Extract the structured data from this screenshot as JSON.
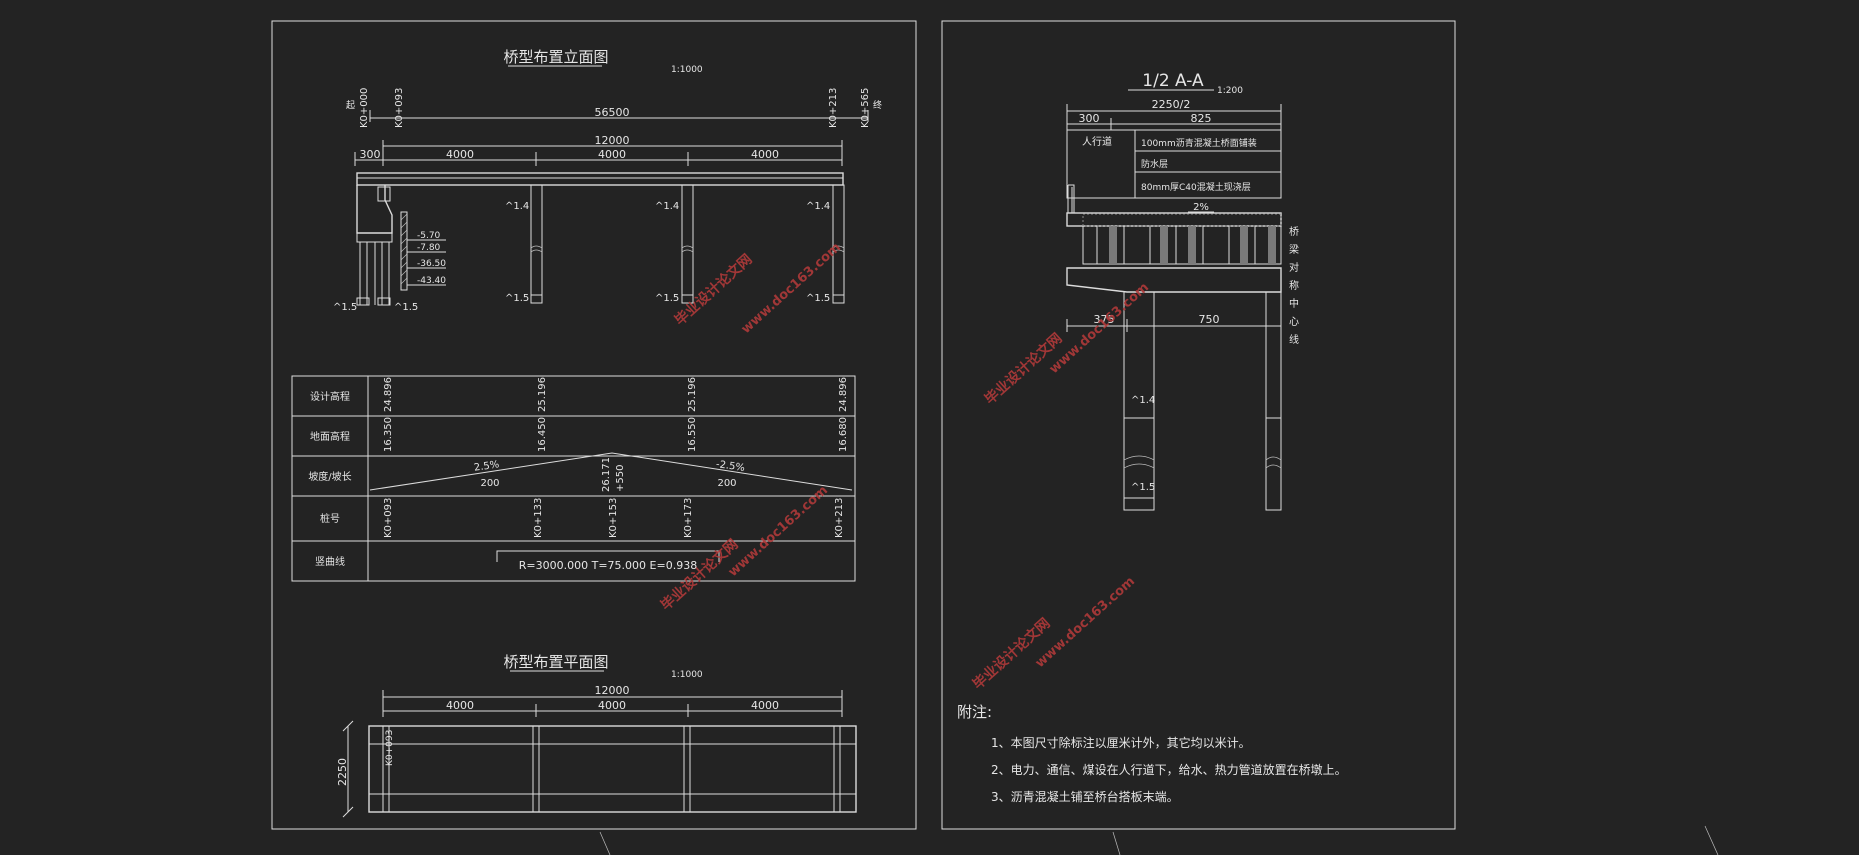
{
  "colors": {
    "background": "#232323",
    "lines": "#dcdcdc",
    "watermark": "#b03a3a",
    "hatch": "#8a8a8a"
  },
  "elevation": {
    "title": "桥型布置立面图",
    "scale": "1:1000",
    "stations": {
      "start": "K0+000",
      "left": "K0+093",
      "right": "K0+213",
      "end": "K0+565"
    },
    "end_left_label": "起",
    "end_right_label": "终",
    "total_len": "56500",
    "span_total": "12000",
    "abutment": "300",
    "spans": [
      "4000",
      "4000",
      "4000"
    ],
    "pier_tags": [
      "^1.4",
      "^1.4",
      "^1.4"
    ],
    "pier_base_tags": [
      "^1.5",
      "^1.5",
      "^1.5"
    ],
    "abut_tags": [
      "^1.5",
      "^1.5"
    ],
    "levels": [
      "-5.70",
      "-7.80",
      "-36.50",
      "-43.40"
    ]
  },
  "profile_table": {
    "rows": [
      "设计高程",
      "地面高程",
      "坡度/坡长",
      "桩号",
      "竖曲线"
    ],
    "design_elev": [
      "24.896",
      "25.196",
      "25.196",
      "24.896"
    ],
    "ground_elev": [
      "16.350",
      "16.450",
      "16.550",
      "16.680"
    ],
    "grade_left": "2.5%",
    "len_left": "200",
    "grade_right": "-2.5%",
    "len_right": "200",
    "peak_elev": "26.171",
    "peak_sta": "+550",
    "stations": [
      "K0+093",
      "K0+133",
      "K0+153",
      "K0+173",
      "K0+213"
    ],
    "curve": "R=3000.000 T=75.000 E=0.938"
  },
  "plan": {
    "title": "桥型布置平面图",
    "scale": "1:1000",
    "total": "12000",
    "spans": [
      "4000",
      "4000",
      "4000"
    ],
    "width": "2250",
    "station": "K0+093"
  },
  "section": {
    "title": "1/2 A-A",
    "scale": "1:200",
    "half_width": "2250/2",
    "sidewalk": "300",
    "deck": "825",
    "sidewalk_label": "人行道",
    "layers": [
      "100mm沥青混凝土桥面铺装",
      "防水层",
      "80mm厚C40混凝土现浇层"
    ],
    "slope": "2%",
    "cap_left": "375",
    "cap_right": "750",
    "pile_tag1": "^1.4",
    "pile_tag2": "^1.5",
    "centerline_text": "桥梁对称中心线"
  },
  "notes": {
    "heading": "附注:",
    "items": [
      "1、本图尺寸除标注以厘米计外，其它均以米计。",
      "2、电力、通信、煤设在人行道下，给水、热力管道放置在桥墩上。",
      "3、沥青混凝土铺至桥台搭板末端。"
    ]
  },
  "watermark": {
    "cn": "毕业设计论文网",
    "url": "www.doc163.com"
  }
}
